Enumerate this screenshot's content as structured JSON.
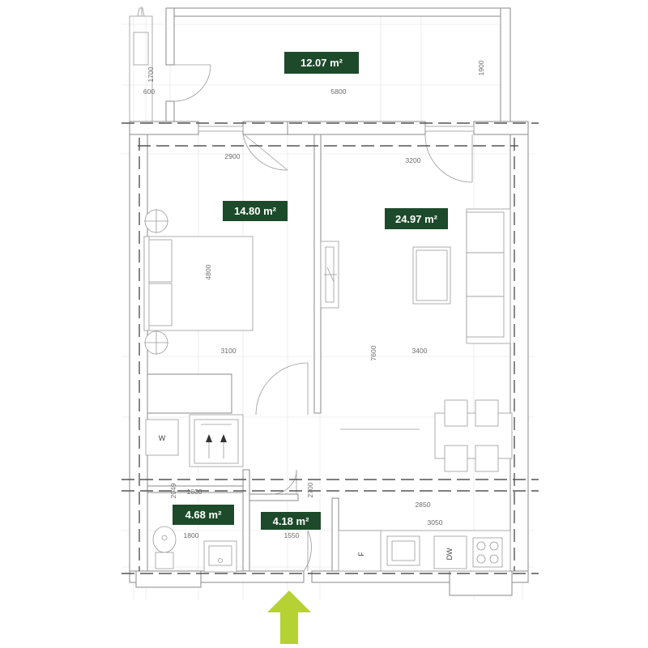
{
  "colors": {
    "label_bg": "#1d4a2a",
    "label_text": "#ffffff",
    "entrance_arrow": "#b6d134"
  },
  "rooms": [
    {
      "id": "balcony",
      "area": "12.07 m²"
    },
    {
      "id": "bedroom",
      "area": "14.80 m²"
    },
    {
      "id": "living",
      "area": "24.97 m²"
    },
    {
      "id": "bathroom",
      "area": "4.68 m²"
    },
    {
      "id": "hall",
      "area": "4.18 m²"
    }
  ],
  "dimensions": {
    "balcony_height": "1700",
    "balcony_small": "600",
    "balcony_width": "5800",
    "balcony_depth": "1900",
    "bedroom_top": "2900",
    "living_top": "3200",
    "bedroom_depth": "4800",
    "bedroom_bottom": "3100",
    "living_depth": "7600",
    "living_mid": "3400",
    "bath_depth": "2049",
    "bath_top": "1600",
    "hall_vert": "2700",
    "kitchen_top": "2850",
    "kitchen_len": "3050",
    "bath_width": "1800",
    "hall_width": "1550"
  },
  "appliance_labels": {
    "washer": "W",
    "fridge": "F",
    "dishwasher": "DW"
  },
  "icons": {
    "entrance": "entrance-arrow-icon",
    "hob": "cooktop-icon",
    "sink": "sink-icon",
    "toilet": "toilet-icon",
    "bed": "bed-icon",
    "sofa": "sofa-icon",
    "table": "dining-table-icon",
    "wardrobe": "wardrobe-icon"
  }
}
